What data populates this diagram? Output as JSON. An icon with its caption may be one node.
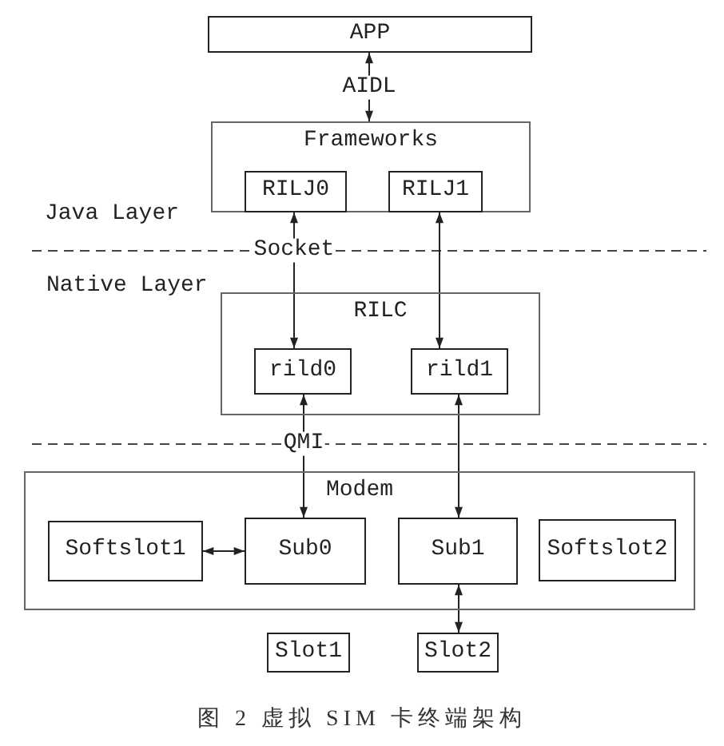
{
  "diagram": {
    "caption": "图 2 虚拟 SIM 卡终端架构",
    "nodes": [
      {
        "text": [
          "APP"
        ]
      },
      {
        "text": [
          "Frameworks"
        ]
      },
      {
        "text": [
          "RILJ0"
        ],
        "in": 1
      },
      {
        "text": [
          "RILJ1"
        ],
        "in": 1
      },
      {
        "text": [
          "RILC"
        ]
      },
      {
        "text": [
          "rild0"
        ],
        "in": 4
      },
      {
        "text": [
          "rild1"
        ],
        "in": 4
      },
      {
        "text": [
          "Modem"
        ]
      },
      {
        "text": [
          "Softslot1"
        ],
        "in": 7
      },
      {
        "text": [
          "Sub0"
        ],
        "in": 7
      },
      {
        "text": [
          "Sub1"
        ],
        "in": 7
      },
      {
        "text": [
          "Softslot2"
        ],
        "in": 7
      },
      {
        "text": [
          "Slot1"
        ]
      },
      {
        "text": [
          "Slot2"
        ]
      }
    ],
    "edges": [
      {
        "from": 0,
        "to": 1,
        "arrow": "both",
        "label": "AIDL"
      },
      {
        "from": 2,
        "to": 5,
        "arrow": "both",
        "label": "Socket"
      },
      {
        "from": 3,
        "to": 6,
        "arrow": "both"
      },
      {
        "from": 5,
        "to": 9,
        "arrow": "both",
        "label": "QMI"
      },
      {
        "from": 6,
        "to": 10,
        "arrow": "both"
      },
      {
        "from": 8,
        "to": 9,
        "arrow": "both"
      },
      {
        "from": 10,
        "to": 13,
        "arrow": "both"
      }
    ],
    "labels": [
      "Java Layer",
      "Native Layer"
    ]
  }
}
